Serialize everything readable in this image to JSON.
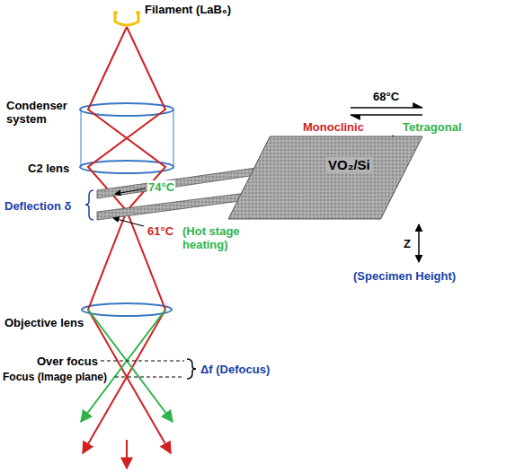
{
  "diagram": {
    "nodes": [
      {
        "text": [
          "VO₂/Si"
        ]
      }
    ],
    "labels": [
      "Filament (LaB₆)",
      "Condenser system",
      "C2 lens",
      "Deflection δ",
      "74°C",
      "61°C",
      "(Hot stage heating)",
      "68°C",
      "Monoclinic",
      "Tetragonal",
      "Z",
      "(Specimen Height)",
      "Objective lens",
      "Over focus",
      "Focus (Image plane)",
      "Δf (Defocus)"
    ]
  }
}
